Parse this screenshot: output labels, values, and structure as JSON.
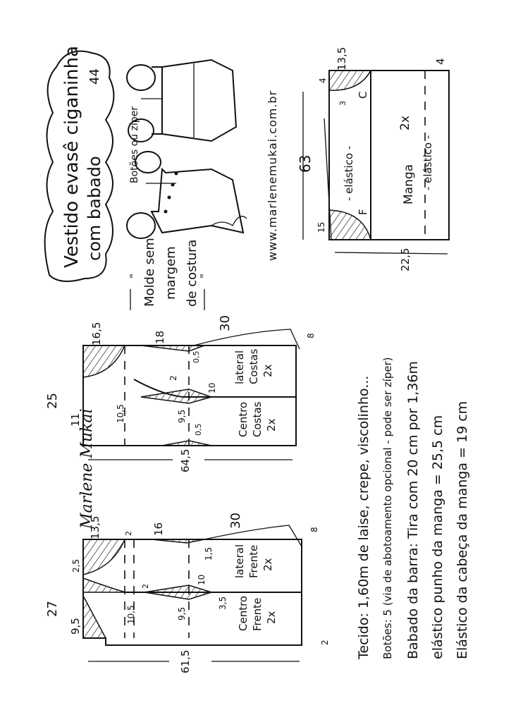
{
  "title": {
    "line1": "Vestido evasê ciganinha",
    "line2": "com babado",
    "size": "44"
  },
  "disclaimer": {
    "quote_open": "\"",
    "line1": "Molde sem",
    "line2": "margem",
    "line3": "de costura",
    "quote_close": "\""
  },
  "illustration": {
    "closure_label": "Botões ou zíper"
  },
  "website": "www.marlenemukai.com.br",
  "signature": "Marlene Mukai",
  "sleeve": {
    "name": "Manga",
    "count": "2x",
    "label_back": "C",
    "label_front": "F",
    "elastic_top": "- elástico -",
    "elastic_bottom": "- elástico -",
    "dims": {
      "length": "63",
      "width": "22,5",
      "cap": "13,5",
      "hem": "4",
      "back_drop": "4",
      "back_offset": "3",
      "front_drop": "15"
    }
  },
  "back_pattern": {
    "side_piece": {
      "name": "lateral",
      "sub": "Costas",
      "count": "2x"
    },
    "center_piece": {
      "name": "Centro",
      "sub": "Costas",
      "count": "2x"
    },
    "dims": {
      "width": "25",
      "neck": "11",
      "armhole": "16,5",
      "side": "18",
      "flare": "30",
      "hem_rise": "8",
      "dart_side": "0,5",
      "dart_top": "2",
      "dart_len": "10",
      "center_chest": "10,5",
      "center_waist": "9,5",
      "center_dart": "0,5",
      "length": "64,5"
    }
  },
  "front_pattern": {
    "side_piece": {
      "name": "lateral",
      "sub": "Frente",
      "count": "2x"
    },
    "center_piece": {
      "name": "Centro",
      "sub": "Frente",
      "count": "2x"
    },
    "dims": {
      "width": "27",
      "neck": "9,5",
      "neck_rise": "2,5",
      "armhole": "13,5",
      "gap1": "2",
      "side": "16",
      "flare": "30",
      "hem_rise": "8",
      "dart_side": "1,5",
      "dart_gap": "2",
      "dart_len": "10",
      "center_chest": "10,5",
      "center_waist": "9,5",
      "dart_center": "3,5",
      "placket": "2",
      "length": "61,5"
    }
  },
  "notes": [
    "Tecido: 1,60m de laise, crepe, viscolinho...",
    "Botões: 5 (via de abotoamento opcional - pode ser zíper)",
    "Babado da barra: Tira com 20 cm por 1,36m",
    "elástico punho da manga = 25,5 cm",
    "Elástico da cabeça da manga = 19 cm"
  ]
}
